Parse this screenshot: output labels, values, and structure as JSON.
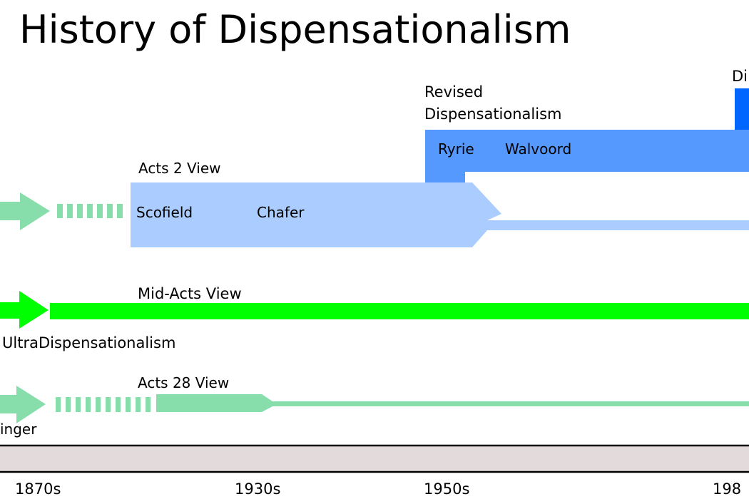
{
  "title": "History of Dispensationalism",
  "colors": {
    "acts2_light": "#aaccff",
    "revised_mid": "#5599ff",
    "progressive_dark": "#0066ff",
    "mid_acts_green": "#00ff00",
    "acts28_green": "#87deaa",
    "timeline_band": "#e3dbdb"
  },
  "streams": {
    "revised": {
      "label_line1": "Revised",
      "label_line2": "Dispensationalism",
      "people": [
        "Ryrie",
        "Walvoord"
      ]
    },
    "progressive": {
      "label_partial": "Di"
    },
    "acts2": {
      "label": "Acts 2 View",
      "people": [
        "Scofield",
        "Chafer"
      ]
    },
    "mid_acts": {
      "label": "Mid-Acts View"
    },
    "ultra": {
      "label": "UltraDispensationalism"
    },
    "acts28": {
      "label": "Acts 28 View",
      "person_partial": "inger"
    }
  },
  "timeline": {
    "ticks": [
      "1870s",
      "1930s",
      "1950s",
      "198"
    ]
  }
}
